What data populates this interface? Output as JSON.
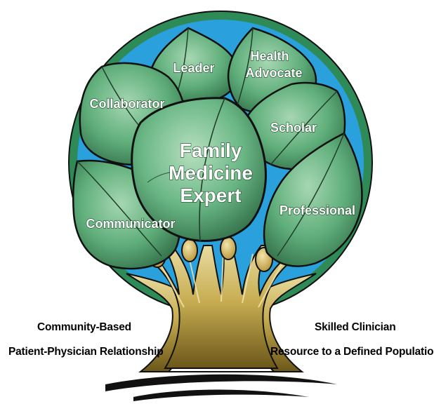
{
  "leaves": {
    "leader": "Leader",
    "health_advocate": [
      "Health",
      "Advocate"
    ],
    "collaborator": "Collaborator",
    "scholar": "Scholar",
    "family_medicine_expert": [
      "Family",
      "Medicine",
      "Expert"
    ],
    "professional": "Professional",
    "communicator": "Communicator"
  },
  "left_text": {
    "line1": "Community-Based",
    "line2": "Patient-Physician Relationship"
  },
  "right_text": {
    "line1": "Skilled Clinician",
    "line2": "Resource to a Defined Population"
  },
  "colors": {
    "sky_blue": "#2aa0dc",
    "outer_green": "#2e8b57",
    "leaf_green": "#5fae7a",
    "leaf_dark": "#2f6a45",
    "trunk_gold": "#c3a94c",
    "trunk_dark": "#5a4a14",
    "outline": "#111111"
  }
}
